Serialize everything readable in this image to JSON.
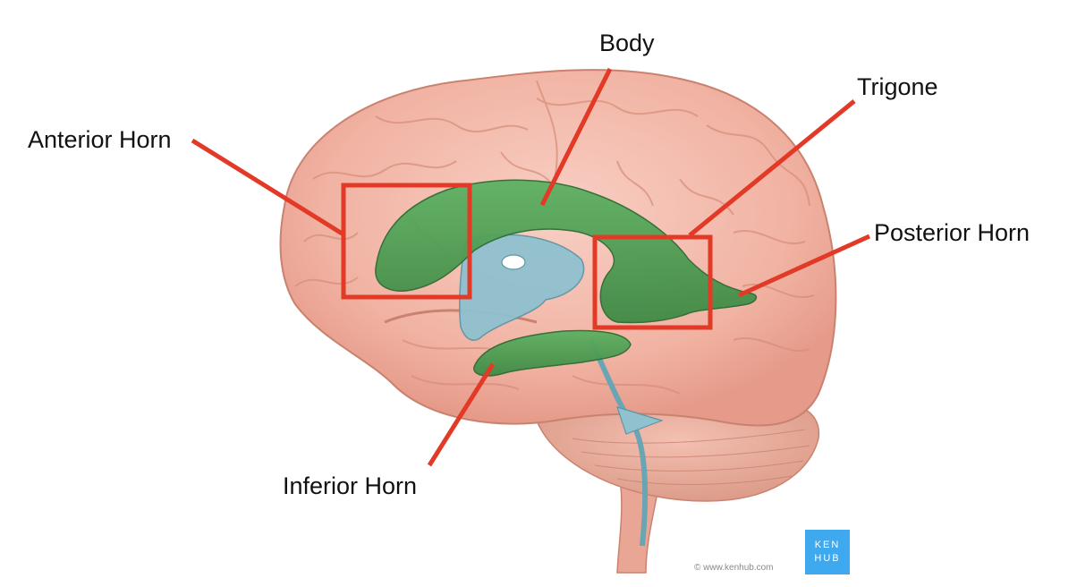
{
  "labels": {
    "body": "Body",
    "trigone": "Trigone",
    "anterior_horn": "Anterior Horn",
    "posterior_horn": "Posterior Horn",
    "inferior_horn": "Inferior Horn"
  },
  "watermark": {
    "copyright": "© www.kenhub.com",
    "logo_line1": "KEN",
    "logo_line2": "HUB"
  },
  "colors": {
    "brain": "#f2b7a8",
    "ventricle_green": "#4a9b4f",
    "third_ventricle_blue": "#8fc1cf",
    "highlight_red": "#e23a26",
    "logo_blue": "#3ea9ee"
  }
}
